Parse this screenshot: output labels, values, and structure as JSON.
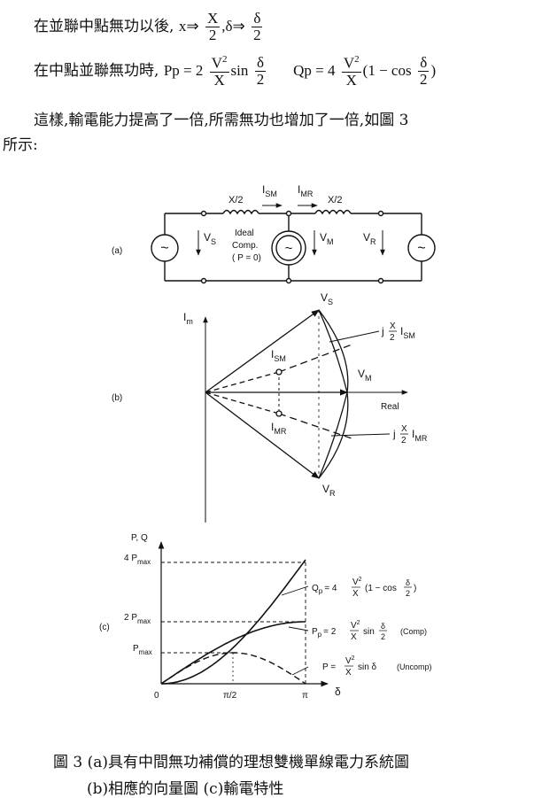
{
  "eq1": {
    "text": "在並聯中點無功以後,",
    "x": "x",
    "arrow": "⇒",
    "X": "X",
    "two": "2",
    "sep": ",",
    "delta": "δ"
  },
  "eq2": {
    "text": "在中點並聯無功時,",
    "pp_lhs": "Pp = 2",
    "V2": "V",
    "sq": "2",
    "X": "X",
    "sin": "sin",
    "delta": "δ",
    "two": "2",
    "qp_lhs": "Qp = 4",
    "paren_open": "(1 − cos",
    "paren_close": ")"
  },
  "para": {
    "line1": "這樣,輸電能力提高了一倍,所需無功也增加了一倍,如圖 3",
    "line2": "所示:"
  },
  "fig_a": {
    "label": "(a)",
    "i_sm": "I",
    "i_sm_sub": "SM",
    "i_mr": "I",
    "i_mr_sub": "MR",
    "x_half_left": "X/2",
    "x_half_right": "X/2",
    "vs": "V",
    "vs_sub": "S",
    "vm": "V",
    "vm_sub": "M",
    "vr": "V",
    "vr_sub": "R",
    "comp1": "Ideal",
    "comp2": "Comp.",
    "comp3": "( P = 0)",
    "src": "~"
  },
  "fig_b": {
    "label": "(b)",
    "im": "I",
    "im_sub": "m",
    "real": "Real",
    "vs": "V",
    "vs_sub": "S",
    "vm": "V",
    "vm_sub": "M",
    "vr": "V",
    "vr_sub": "R",
    "ism": "I",
    "ism_sub": "SM",
    "imr": "I",
    "imr_sub": "MR",
    "jx_sm_j": "j",
    "jx_sm_x": "X",
    "jx_sm_2": "2",
    "jx_sm_i": "I",
    "jx_sm_sub": "SM",
    "jx_mr_j": "j",
    "jx_mr_x": "X",
    "jx_mr_2": "2",
    "jx_mr_i": "I",
    "jx_mr_sub": "MR"
  },
  "fig_c": {
    "label": "(c)",
    "yaxis": "P, Q",
    "xaxis": "δ",
    "origin": "0",
    "pi_half": "π/2",
    "pi": "π",
    "four_pmax": "4 P",
    "two_pmax": "2 P",
    "pmax": "P",
    "max_sub": "max",
    "qp_lhs": "Q",
    "qp_sub": "p",
    "qp_eq": "= 4",
    "qp_rest": "(1 − cos",
    "pp_lhs": "P",
    "pp_sub": "p",
    "pp_eq": "= 2",
    "pp_rest": "sin",
    "pp_tag": "(Comp)",
    "p_lhs": "P =",
    "p_rest": "sin δ",
    "p_tag": "(Uncomp)",
    "V": "V",
    "sq": "2",
    "X": "X",
    "d": "δ",
    "two": "2",
    "close": ")"
  },
  "caption": {
    "line1": "圖 3 (a)具有中間無功補償的理想雙機單線電力系統圖",
    "line2": "(b)相應的向量圖 (c)輸電特性"
  }
}
